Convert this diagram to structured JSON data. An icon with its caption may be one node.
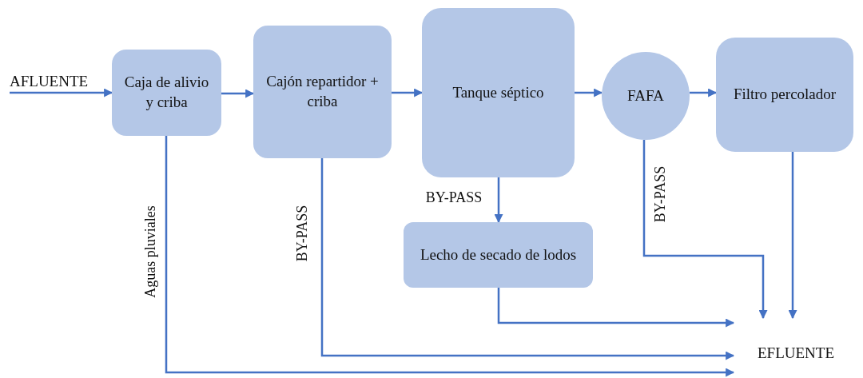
{
  "diagram": {
    "nodes": [
      {
        "text": [
          "AFLUENTE"
        ]
      },
      {
        "text": [
          "Caja de alivio y criba"
        ]
      },
      {
        "text": [
          "Cajón repartidor + criba"
        ]
      },
      {
        "text": [
          "Tanque séptico"
        ]
      },
      {
        "text": [
          "FAFA"
        ]
      },
      {
        "text": [
          "Filtro percolador"
        ]
      },
      {
        "text": [
          "Lecho de secado de lodos"
        ]
      },
      {
        "text": [
          "EFLUENTE"
        ]
      }
    ],
    "edges": [
      {
        "from": 0,
        "to": 1,
        "arrow": "to"
      },
      {
        "from": 1,
        "to": 2,
        "arrow": "to"
      },
      {
        "from": 2,
        "to": 3,
        "arrow": "to"
      },
      {
        "from": 3,
        "to": 4,
        "arrow": "to"
      },
      {
        "from": 4,
        "to": 5,
        "arrow": "to"
      },
      {
        "from": 3,
        "to": 6,
        "arrow": "to",
        "label": "BY-PASS"
      },
      {
        "from": 6,
        "to": 7,
        "arrow": "to"
      },
      {
        "from": 4,
        "to": 7,
        "arrow": "to",
        "label": "BY-PASS"
      },
      {
        "from": 5,
        "to": 7,
        "arrow": "to"
      },
      {
        "from": 2,
        "to": 7,
        "arrow": "to",
        "label": "BY-PASS"
      },
      {
        "from": 1,
        "to": 7,
        "arrow": "to",
        "label": "Aguas pluviales"
      }
    ]
  }
}
